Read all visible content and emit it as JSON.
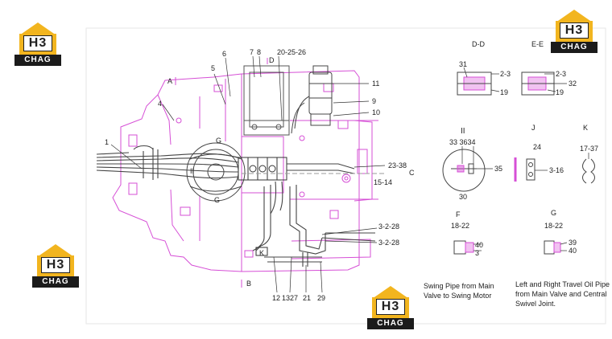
{
  "logo": {
    "mark": "H3",
    "text": "CHAG"
  },
  "section_labels": {
    "dd": "D-D",
    "ee": "E-E",
    "ii": "II",
    "j": "J",
    "k": "K",
    "f": "F",
    "g": "G",
    "a": "A",
    "d": "D",
    "b": "B",
    "c": "C",
    "g_top": "G",
    "g_bottom": "G",
    "ii_inner": "II",
    "k_mark": "K"
  },
  "callouts": {
    "c1": "1",
    "c4": "4",
    "c5": "5",
    "c6": "6",
    "c7": "7",
    "c8": "8",
    "c20": "20-25-26",
    "c11": "11",
    "c9": "9",
    "c10": "10",
    "c2338": "23-38",
    "c1514": "15-14",
    "c3228a": "3-2-28",
    "c3228b": "3-2-28",
    "c12": "12",
    "c1327": "1327",
    "c21": "21",
    "c29": "29",
    "dd31": "31",
    "dd23": "2-3",
    "dd19": "19",
    "ee23": "2-3",
    "ee32": "32",
    "ee19": "19",
    "ii33": "33 3634",
    "ii35": "35",
    "ii30": "30",
    "j24": "24",
    "j316": "3-16",
    "k1737": "17-37",
    "f1822": "18-22",
    "f40": "40",
    "f3": "3",
    "g1822": "18-22",
    "g39": "39",
    "g40": "40"
  },
  "captions": {
    "swing_line1": "Swing Pipe from Main",
    "swing_line2": "Valve to Swing Motor",
    "travel_line1": "Left and Right Travel Oil Pipe",
    "travel_line2": "from Main Valve and Central",
    "travel_line3": "Swivel Joint."
  },
  "colors": {
    "frame": "#d64fd6",
    "pipe": "#555555",
    "brand": "#f2b51f"
  }
}
